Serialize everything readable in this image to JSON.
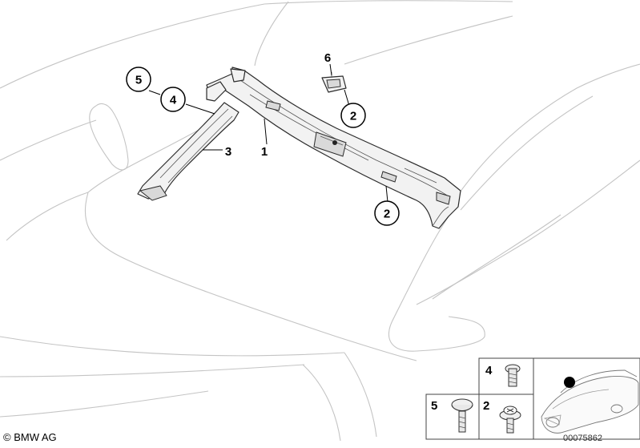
{
  "callouts": [
    {
      "label": "5"
    },
    {
      "label": "4"
    },
    {
      "label": "6"
    },
    {
      "label": "2"
    },
    {
      "label": "2"
    }
  ],
  "part_labels": [
    {
      "label": "3"
    },
    {
      "label": "1"
    }
  ],
  "legend_box": [
    {
      "label": "4"
    },
    {
      "label": "5"
    },
    {
      "label": "2"
    }
  ],
  "footer": {
    "copyright": "© BMW AG",
    "image_ref": "00075862"
  }
}
